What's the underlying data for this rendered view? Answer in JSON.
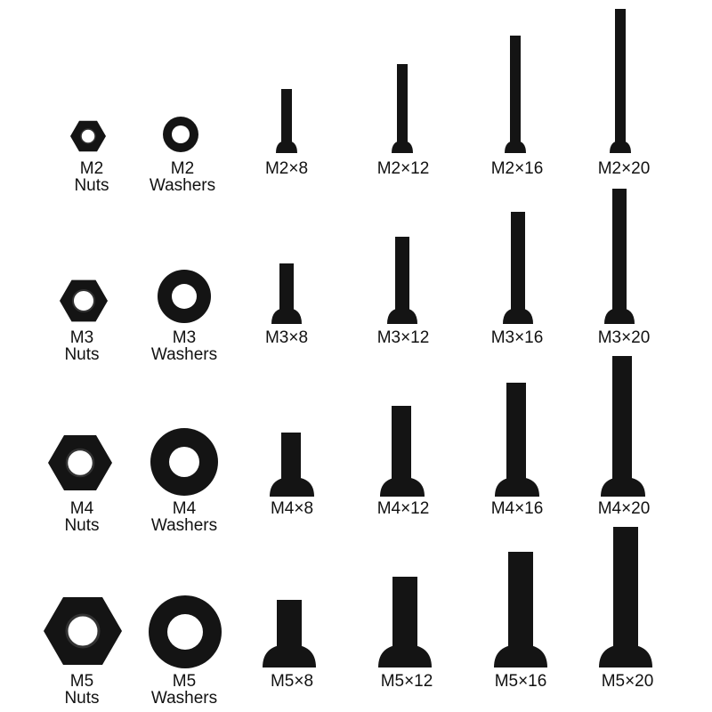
{
  "image": {
    "subject": "metric hardware assortment",
    "background_color": "#ffffff",
    "part_color": "#141414"
  },
  "rows": [
    {
      "size": "M2",
      "nut_label": [
        "M2",
        "Nuts"
      ],
      "washer_label": [
        "M2",
        "Washers"
      ],
      "screws": [
        "M2×8",
        "M2×12",
        "M2×16",
        "M2×20"
      ]
    },
    {
      "size": "M3",
      "nut_label": [
        "M3",
        "Nuts"
      ],
      "washer_label": [
        "M3",
        "Washers"
      ],
      "screws": [
        "M3×8",
        "M3×12",
        "M3×16",
        "M3×20"
      ]
    },
    {
      "size": "M4",
      "nut_label": [
        "M4",
        "Nuts"
      ],
      "washer_label": [
        "M4",
        "Washers"
      ],
      "screws": [
        "M4×8",
        "M4×12",
        "M4×16",
        "M4×20"
      ]
    },
    {
      "size": "M5",
      "nut_label": [
        "M5",
        "Nuts"
      ],
      "washer_label": [
        "M5",
        "Washers"
      ],
      "screws": [
        "M5×8",
        "M5×12",
        "M5×16",
        "M5×20"
      ]
    }
  ]
}
